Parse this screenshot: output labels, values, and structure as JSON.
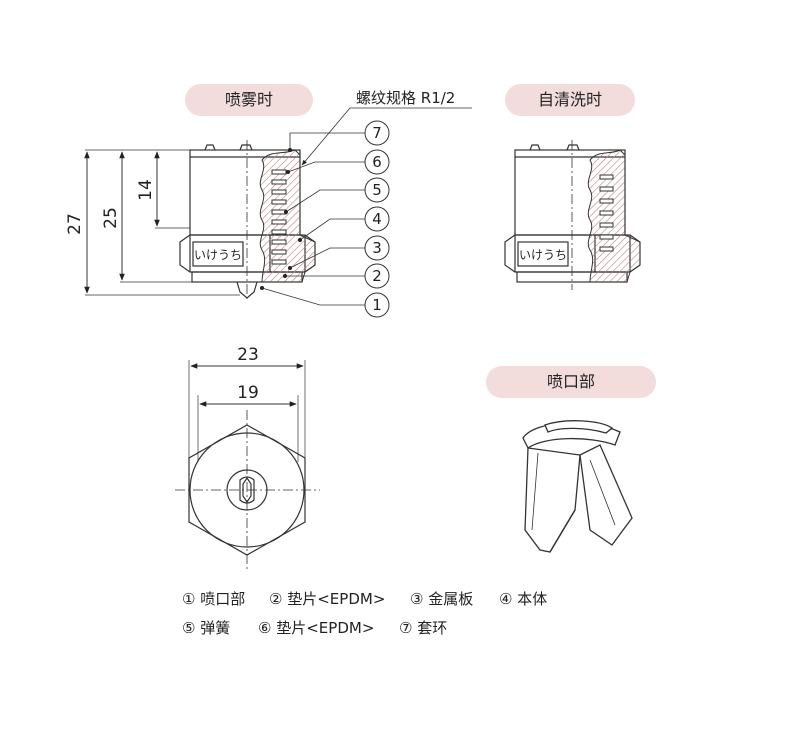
{
  "labels": {
    "spray": "喷雾时",
    "thread": "螺纹规格 R1/2",
    "clean": "自清洗时",
    "nozzle_part": "喷口部",
    "brand": "いけうち"
  },
  "dimensions": {
    "h27": "27",
    "h25": "25",
    "h14": "14",
    "w23": "23",
    "w19": "19"
  },
  "callouts": [
    "7",
    "6",
    "5",
    "4",
    "3",
    "2",
    "1"
  ],
  "legend": {
    "row1": [
      {
        "num": "①",
        "text": "喷口部"
      },
      {
        "num": "②",
        "text": "垫片<EPDM>"
      },
      {
        "num": "③",
        "text": "金属板"
      },
      {
        "num": "④",
        "text": "本体"
      }
    ],
    "row2": [
      {
        "num": "⑤",
        "text": "弹簧"
      },
      {
        "num": "⑥",
        "text": "垫片<EPDM>"
      },
      {
        "num": "⑦",
        "text": "套环"
      }
    ]
  },
  "colors": {
    "pill": "#f2dcdc",
    "line": "#333333",
    "hatch": "#c08080"
  }
}
